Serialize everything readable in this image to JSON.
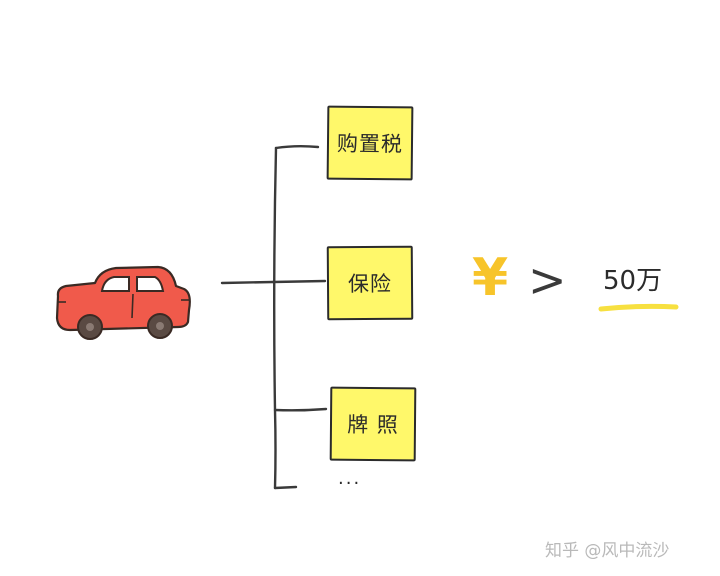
{
  "diagram": {
    "subject_icon": "red-car-icon",
    "items": [
      {
        "label": "购置税"
      },
      {
        "label": "保险"
      },
      {
        "label": "牌 照"
      }
    ],
    "more_indicator": "...",
    "currency_symbol": "¥",
    "comparison": ">",
    "amount": "50万",
    "watermark": "知乎 @风中流沙"
  },
  "colors": {
    "car_body": "#f05a4b",
    "car_outline": "#3a2a24",
    "car_window": "#ffffff",
    "wheel": "#5a4a43",
    "box_fill": "#fff86a",
    "yen_color": "#f7c42a",
    "underline": "#f7e040",
    "ink": "#2b2b2b",
    "watermark": "#b9b9b9"
  }
}
